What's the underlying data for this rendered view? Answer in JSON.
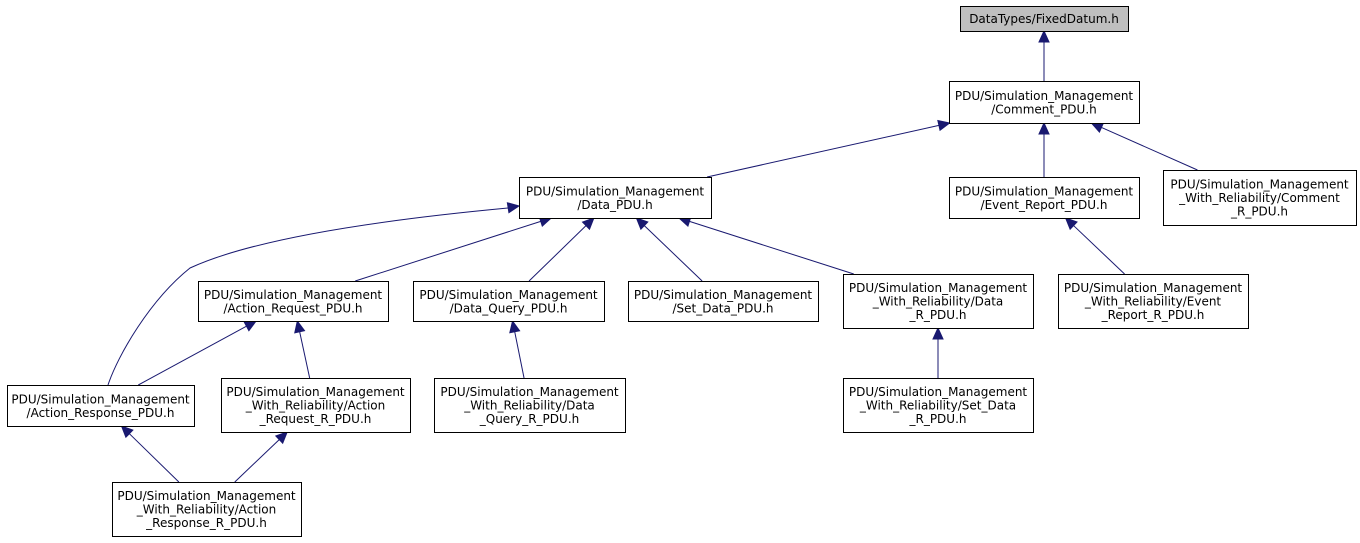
{
  "diagram": {
    "colors": {
      "edge": "#191970",
      "root_fill": "#bfbfbf",
      "node_fill": "#ffffff",
      "node_stroke": "#000000"
    },
    "nodes": {
      "fixed_datum": {
        "lines": [
          "DataTypes/FixedDatum.h"
        ]
      },
      "comment": {
        "lines": [
          "PDU/Simulation_Management",
          "/Comment_PDU.h"
        ]
      },
      "data": {
        "lines": [
          "PDU/Simulation_Management",
          "/Data_PDU.h"
        ]
      },
      "event_report": {
        "lines": [
          "PDU/Simulation_Management",
          "/Event_Report_PDU.h"
        ]
      },
      "comment_r": {
        "lines": [
          "PDU/Simulation_Management",
          "_With_Reliability/Comment",
          "_R_PDU.h"
        ]
      },
      "action_request": {
        "lines": [
          "PDU/Simulation_Management",
          "/Action_Request_PDU.h"
        ]
      },
      "data_query": {
        "lines": [
          "PDU/Simulation_Management",
          "/Data_Query_PDU.h"
        ]
      },
      "set_data": {
        "lines": [
          "PDU/Simulation_Management",
          "/Set_Data_PDU.h"
        ]
      },
      "data_r": {
        "lines": [
          "PDU/Simulation_Management",
          "_With_Reliability/Data",
          "_R_PDU.h"
        ]
      },
      "event_report_r": {
        "lines": [
          "PDU/Simulation_Management",
          "_With_Reliability/Event",
          "_Report_R_PDU.h"
        ]
      },
      "action_response": {
        "lines": [
          "PDU/Simulation_Management",
          "/Action_Response_PDU.h"
        ]
      },
      "action_request_r": {
        "lines": [
          "PDU/Simulation_Management",
          "_With_Reliability/Action",
          "_Request_R_PDU.h"
        ]
      },
      "data_query_r": {
        "lines": [
          "PDU/Simulation_Management",
          "_With_Reliability/Data",
          "_Query_R_PDU.h"
        ]
      },
      "set_data_r": {
        "lines": [
          "PDU/Simulation_Management",
          "_With_Reliability/Set_Data",
          "_R_PDU.h"
        ]
      },
      "action_response_r": {
        "lines": [
          "PDU/Simulation_Management",
          "_With_Reliability/Action",
          "_Response_R_PDU.h"
        ]
      }
    },
    "edges": [
      [
        "comment",
        "fixed_datum"
      ],
      [
        "data",
        "comment"
      ],
      [
        "event_report",
        "comment"
      ],
      [
        "comment_r",
        "comment"
      ],
      [
        "action_request",
        "data"
      ],
      [
        "data_query",
        "data"
      ],
      [
        "set_data",
        "data"
      ],
      [
        "data_r",
        "data"
      ],
      [
        "action_response",
        "data"
      ],
      [
        "event_report_r",
        "event_report"
      ],
      [
        "action_response",
        "action_request"
      ],
      [
        "action_request_r",
        "action_request"
      ],
      [
        "data_query_r",
        "data_query"
      ],
      [
        "set_data_r",
        "data_r"
      ],
      [
        "action_response_r",
        "action_response"
      ],
      [
        "action_response_r",
        "action_request_r"
      ]
    ]
  }
}
